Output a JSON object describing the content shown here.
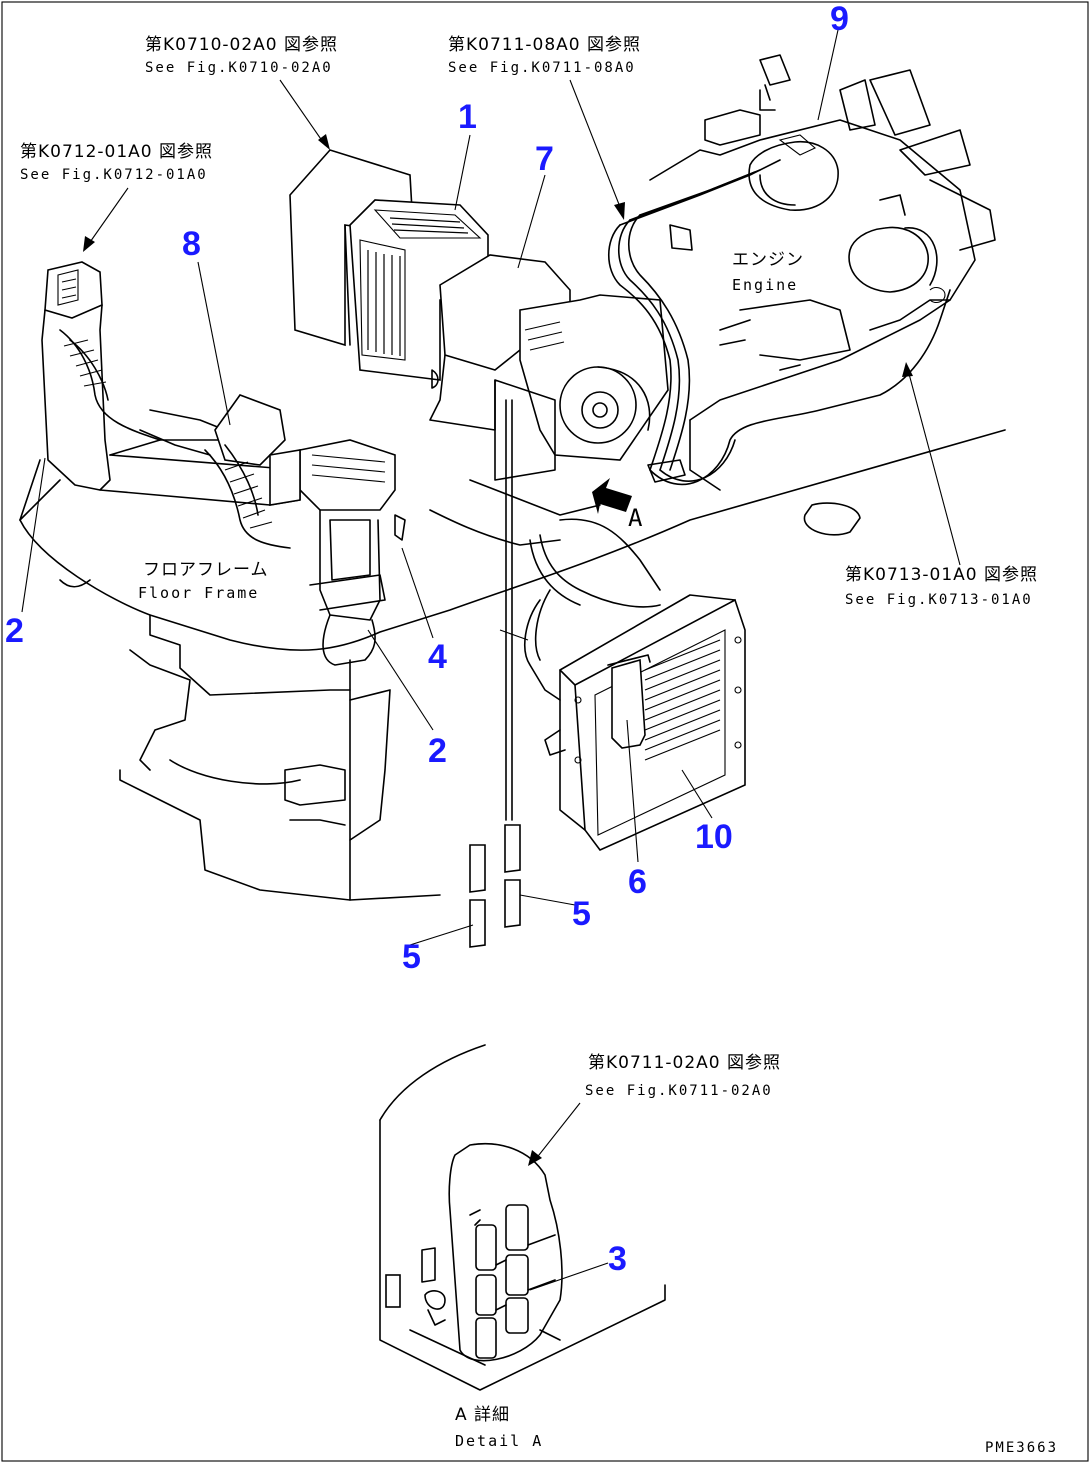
{
  "refs": {
    "top_center": {
      "jp": "第K0710-02A0 図参照",
      "en": "See Fig.K0710-02A0"
    },
    "top_right": {
      "jp": "第K0711-08A0 図参照",
      "en": "See Fig.K0711-08A0"
    },
    "left": {
      "jp": "第K0712-01A0 図参照",
      "en": "See Fig.K0712-01A0"
    },
    "right": {
      "jp": "第K0713-01A0 図参照",
      "en": "See Fig.K0713-01A0"
    },
    "detail": {
      "jp": "第K0711-02A0 図参照",
      "en": "See Fig.K0711-02A0"
    }
  },
  "labels": {
    "engine_jp": "エンジン",
    "engine_en": "Engine",
    "floor_jp": "フロアフレーム",
    "floor_en": "Floor Frame",
    "view_arrow": "A",
    "detail_jp": "A 詳細",
    "detail_en": "Detail A"
  },
  "callouts": {
    "c1": "1",
    "c2a": "2",
    "c2b": "2",
    "c3": "3",
    "c4": "4",
    "c5a": "5",
    "c5b": "5",
    "c6": "6",
    "c7": "7",
    "c8": "8",
    "c9": "9",
    "c10": "10"
  },
  "drawing_code": "PME3663",
  "colors": {
    "callout": "#1a1aff",
    "line": "#000000",
    "background": "#ffffff"
  }
}
